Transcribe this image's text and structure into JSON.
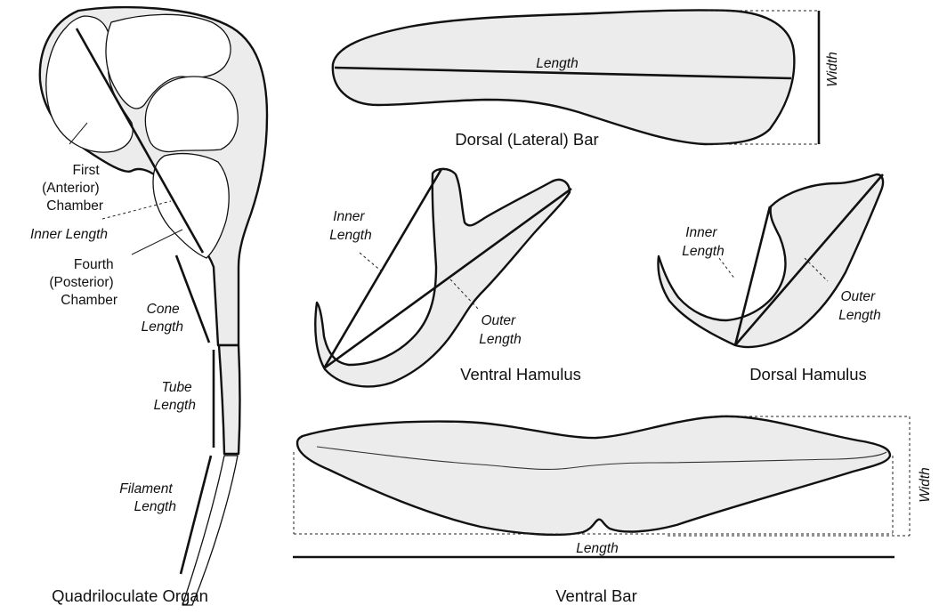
{
  "captions": {
    "dorsal_bar": "Dorsal (Lateral) Bar",
    "ventral_hamulus": "Ventral Hamulus",
    "dorsal_hamulus": "Dorsal Hamulus",
    "quadriloculate_organ": "Quadriloculate Organ",
    "ventral_bar": "Ventral Bar"
  },
  "labels": {
    "first_chamber": [
      "First",
      "(Anterior)",
      "Chamber"
    ],
    "fourth_chamber": [
      "Fourth",
      "(Posterior)",
      "Chamber"
    ],
    "inner_length": "Inner Length",
    "cone_length": [
      "Cone",
      "Length"
    ],
    "tube_length": [
      "Tube",
      "Length"
    ],
    "filament_length": [
      "Filament",
      "Length"
    ],
    "length": "Length",
    "width": "Width",
    "inner_length_split": [
      "Inner",
      "Length"
    ],
    "outer_length_split": [
      "Outer",
      "Length"
    ]
  },
  "colors": {
    "part_fill": "#ececec",
    "outline": "#111111"
  }
}
